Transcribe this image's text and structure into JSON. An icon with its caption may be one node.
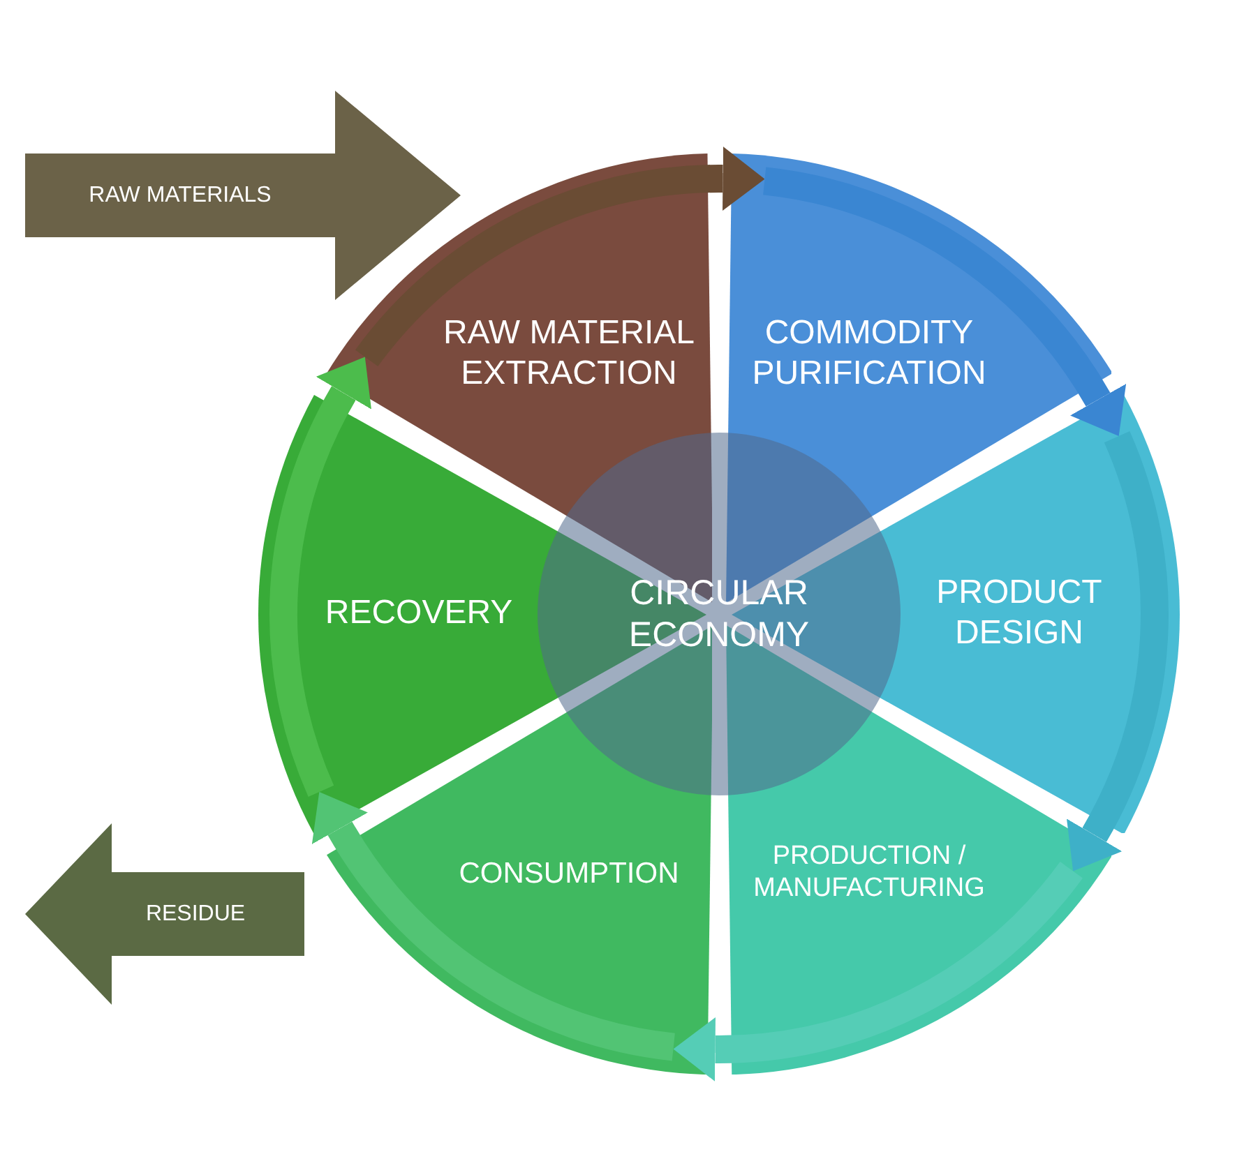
{
  "diagram": {
    "nodes": [
      {
        "text": [
          "RAW MATERIALS"
        ]
      },
      {
        "text": [
          "RAW MATERIAL EXTRACTION"
        ]
      },
      {
        "text": [
          "COMMODITY PURIFICATION"
        ]
      },
      {
        "text": [
          "PRODUCT DESIGN"
        ]
      },
      {
        "text": [
          "PRODUCTION / MANUFACTURING"
        ]
      },
      {
        "text": [
          "CONSUMPTION"
        ]
      },
      {
        "text": [
          "RECOVERY"
        ]
      },
      {
        "text": [
          "CIRCULAR ECONOMY"
        ]
      },
      {
        "text": [
          "RESIDUE"
        ]
      }
    ],
    "edges": [
      {
        "from": 1,
        "to": 2,
        "arrow": "to",
        "color": "#6a4c34"
      },
      {
        "from": 2,
        "to": 3,
        "arrow": "to",
        "color": "#3a86d2"
      },
      {
        "from": 3,
        "to": 4,
        "arrow": "to",
        "color": "#3eb0c8"
      },
      {
        "from": 4,
        "to": 5,
        "arrow": "to",
        "color": "#55cdb6"
      },
      {
        "from": 5,
        "to": 6,
        "arrow": "to",
        "color": "#52c474"
      },
      {
        "from": 6,
        "to": 1,
        "arrow": "to",
        "color": "#4cbc4c"
      }
    ]
  }
}
